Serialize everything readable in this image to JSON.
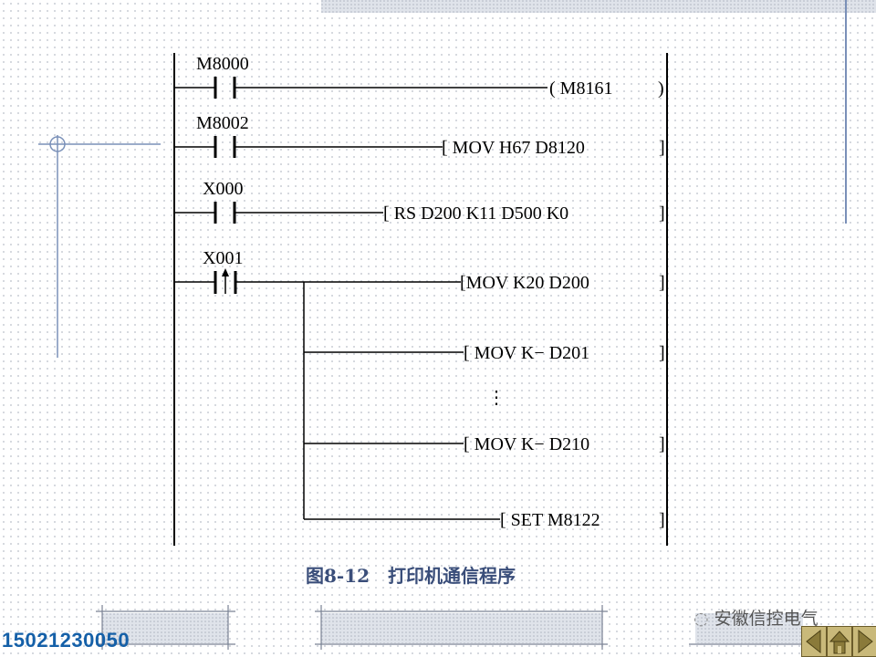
{
  "figure_caption": "图8-12　打印机通信程序",
  "phone": "15021230050",
  "watermark": "安徽信控电气",
  "rungs": [
    {
      "contact": "M8000",
      "output": "( M8161",
      "close": ")"
    },
    {
      "contact": "M8002",
      "output": "[ MOV H67 D8120",
      "close": "]"
    },
    {
      "contact": "X000",
      "output": "[ RS D200 K11 D500 K0",
      "close": "]"
    },
    {
      "contact": "X001",
      "output": "[MOV K20 D200",
      "close": "]"
    }
  ],
  "branches": [
    {
      "output": "[ MOV K− D201",
      "close": "]"
    },
    {
      "output": "[ MOV K− D210",
      "close": "]"
    },
    {
      "output": "[ SET M8122",
      "close": "]"
    }
  ],
  "ellipsis": "⋮",
  "nav": {
    "prev": "prev-icon",
    "home": "home-icon",
    "next": "next-icon"
  }
}
